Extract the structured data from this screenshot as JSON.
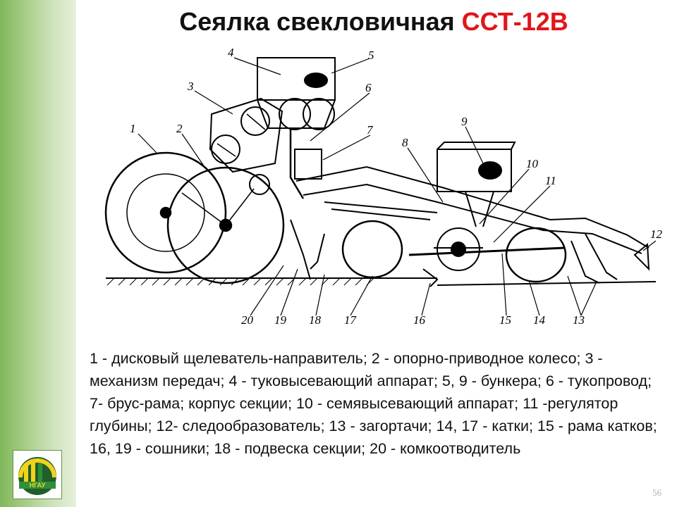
{
  "slide": {
    "title_main": "Сеялка свекловичная ",
    "title_accent": "ССТ-12В",
    "caption": "1 - дисковый щелеватель-направитель; 2 - опорно-приводное колесо; 3 - механизм передач; 4 - туковысевающий аппарат; 5, 9 - бункера; 6 - тукопровод; 7- брус-рама; корпус секции; 10 - семявысевающий аппарат; 11 -регулятор глубины; 12- следообразователь; 13 - загортачи; 14, 17 - катки; 15 - рама катков; 16, 19 - сошники; 18 - подвеска секции; 20 - комкоотводитель",
    "page_number": "56"
  },
  "diagram": {
    "callouts": [
      "1",
      "2",
      "3",
      "4",
      "5",
      "6",
      "7",
      "8",
      "9",
      "10",
      "11",
      "12",
      "13",
      "14",
      "15",
      "16",
      "17",
      "18",
      "19",
      "20"
    ]
  },
  "colors": {
    "title_accent": "#e0161b",
    "sidebar_green": "#7fb75a"
  }
}
